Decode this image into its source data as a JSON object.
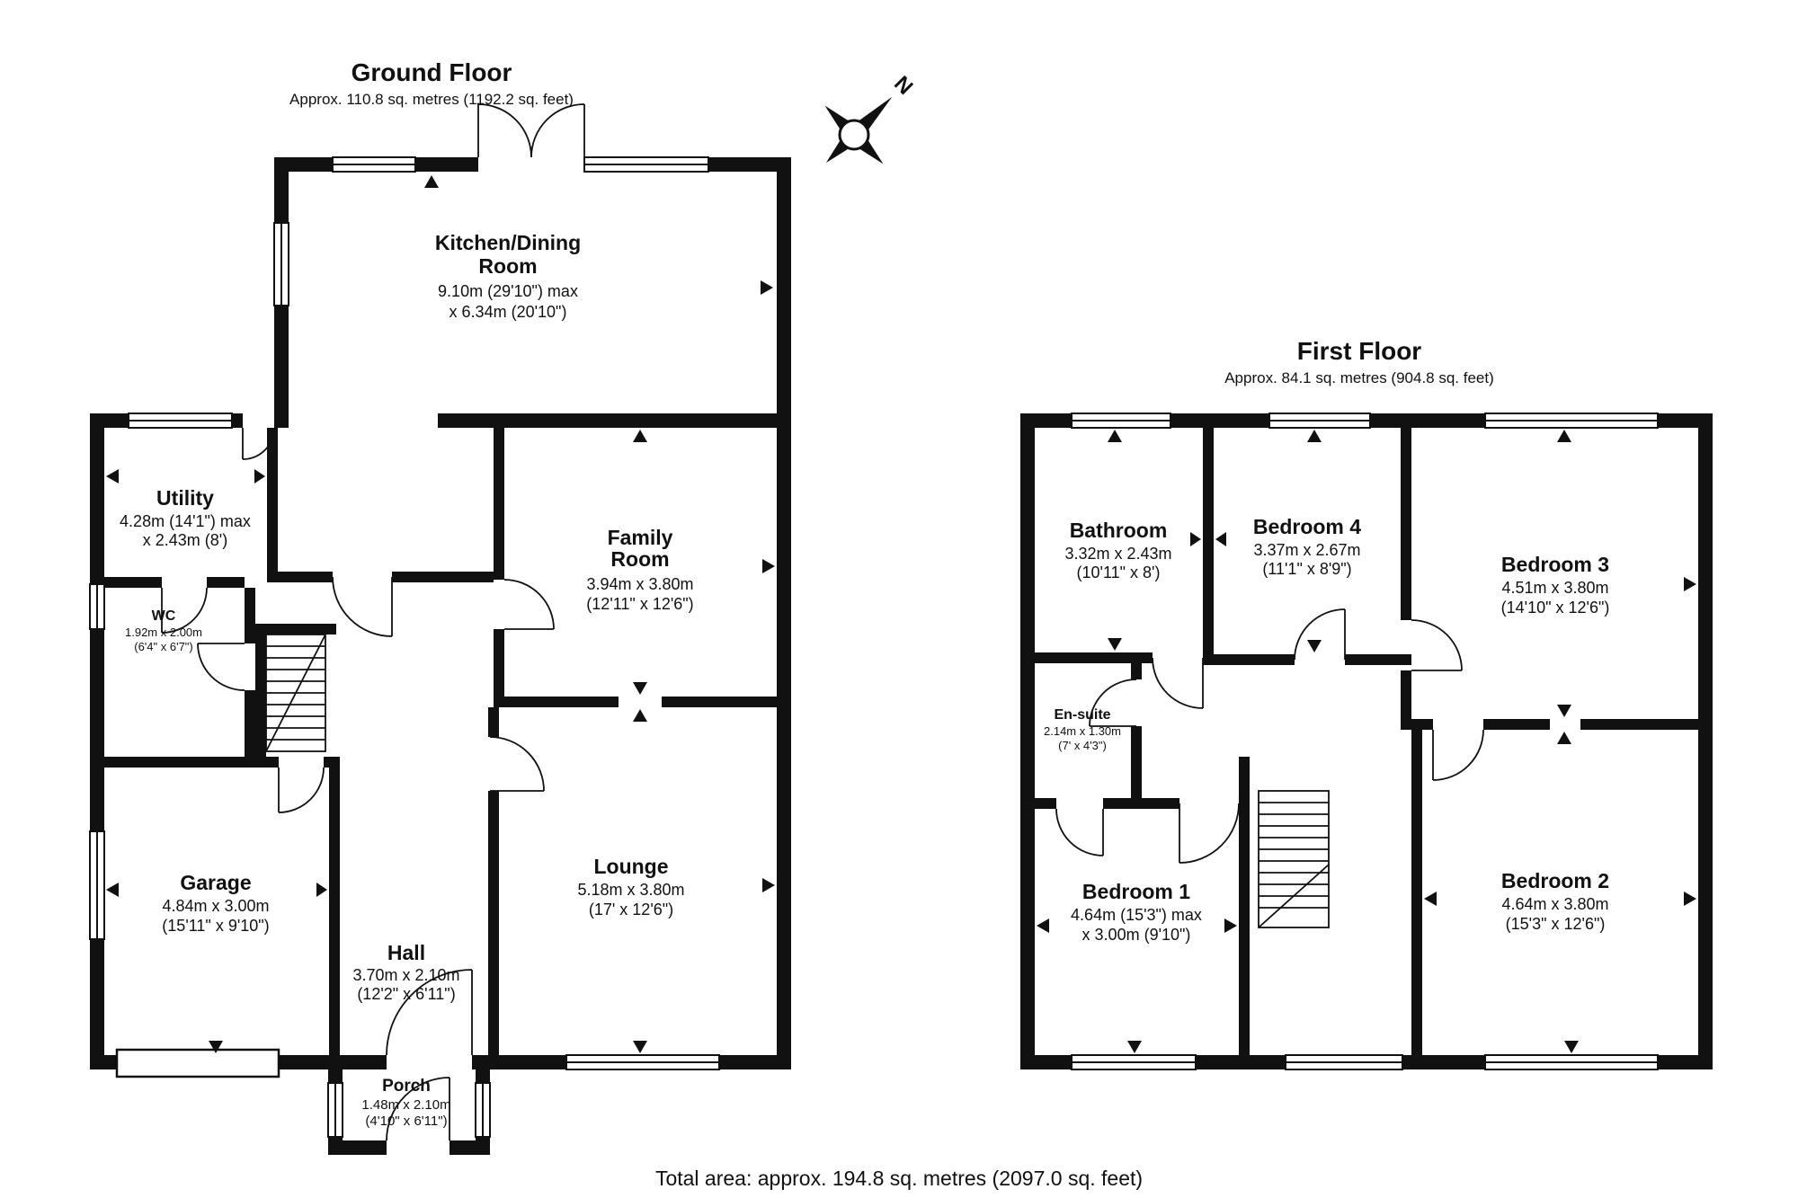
{
  "page": {
    "footer": "Total area: approx. 194.8 sq. metres (2097.0 sq. feet)",
    "wall_color": "#111111",
    "background": "#ffffff"
  },
  "compass": {
    "north_label": "N"
  },
  "ground_floor": {
    "title": "Ground Floor",
    "subtitle": "Approx. 110.8 sq. metres (1192.2 sq. feet)",
    "rooms": {
      "kitchen": {
        "name1": "Kitchen/Dining",
        "name2": "Room",
        "dim1": "9.10m (29'10\") max",
        "dim2": "x 6.34m (20'10\")"
      },
      "utility": {
        "name": "Utility",
        "dim1": "4.28m (14'1\") max",
        "dim2": "x 2.43m (8')"
      },
      "wc": {
        "name": "WC",
        "dim1": "1.92m x 2.00m",
        "dim2": "(6'4\" x 6'7\")"
      },
      "family": {
        "name1": "Family",
        "name2": "Room",
        "dim1": "3.94m x 3.80m",
        "dim2": "(12'11\" x 12'6\")"
      },
      "garage": {
        "name": "Garage",
        "dim1": "4.84m x 3.00m",
        "dim2": "(15'11\" x 9'10\")"
      },
      "lounge": {
        "name": "Lounge",
        "dim1": "5.18m x 3.80m",
        "dim2": "(17' x 12'6\")"
      },
      "hall": {
        "name": "Hall",
        "dim1": "3.70m x 2.10m",
        "dim2": "(12'2\" x 6'11\")"
      },
      "porch": {
        "name": "Porch",
        "dim1": "1.48m x 2.10m",
        "dim2": "(4'10\" x 6'11\")"
      }
    }
  },
  "first_floor": {
    "title": "First Floor",
    "subtitle": "Approx. 84.1 sq. metres (904.8 sq. feet)",
    "rooms": {
      "bathroom": {
        "name": "Bathroom",
        "dim1": "3.32m x 2.43m",
        "dim2": "(10'11\" x 8')"
      },
      "bedroom4": {
        "name": "Bedroom 4",
        "dim1": "3.37m x 2.67m",
        "dim2": "(11'1\" x 8'9\")"
      },
      "bedroom3": {
        "name": "Bedroom 3",
        "dim1": "4.51m x 3.80m",
        "dim2": "(14'10\" x 12'6\")"
      },
      "ensuite": {
        "name": "En-suite",
        "dim1": "2.14m x 1.30m",
        "dim2": "(7' x 4'3\")"
      },
      "bedroom1": {
        "name": "Bedroom 1",
        "dim1": "4.64m (15'3\") max",
        "dim2": "x 3.00m (9'10\")"
      },
      "bedroom2": {
        "name": "Bedroom 2",
        "dim1": "4.64m x 3.80m",
        "dim2": "(15'3\" x 12'6\")"
      }
    }
  }
}
